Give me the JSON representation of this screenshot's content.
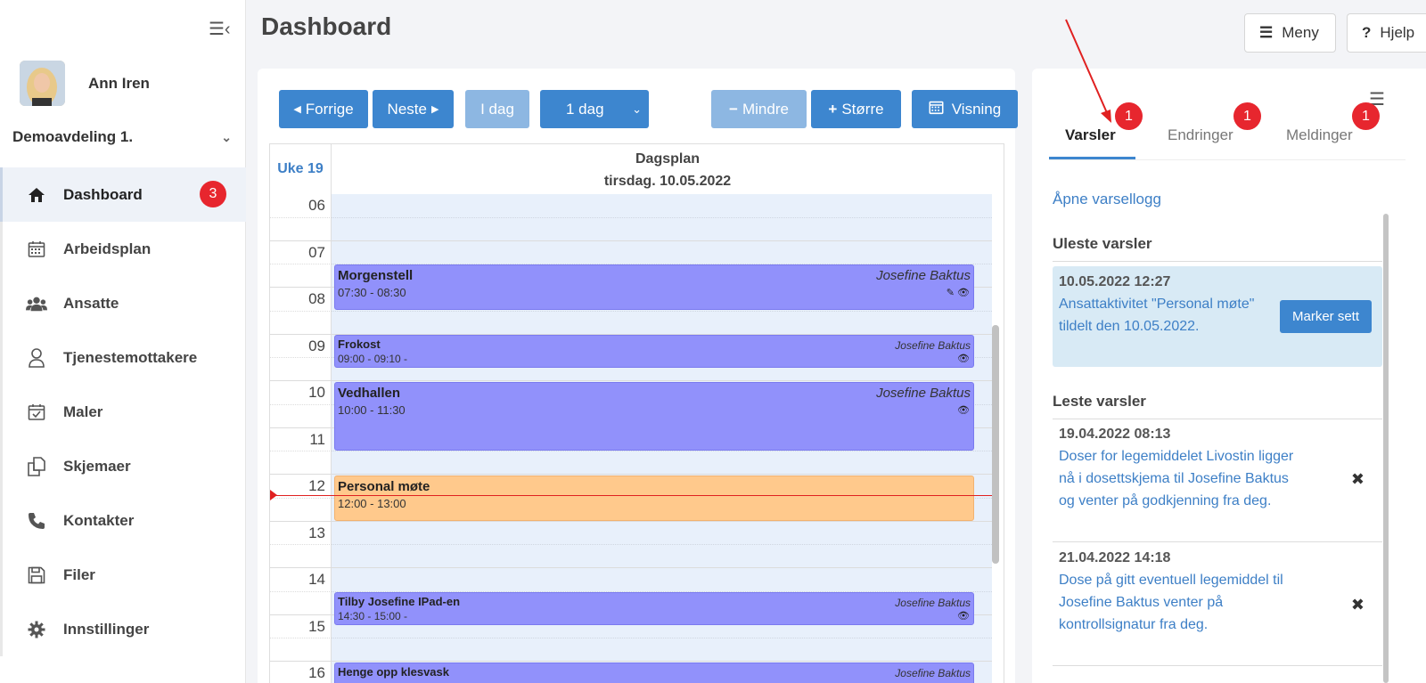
{
  "sidebar": {
    "user_name": "Ann Iren",
    "department": "Demoavdeling 1.",
    "items": [
      {
        "label": "Dashboard",
        "icon": "home-icon",
        "badge": "3"
      },
      {
        "label": "Arbeidsplan",
        "icon": "calendar-icon"
      },
      {
        "label": "Ansatte",
        "icon": "users-icon"
      },
      {
        "label": "Tjenestemottakere",
        "icon": "user-outline-icon"
      },
      {
        "label": "Maler",
        "icon": "calendar-check-icon"
      },
      {
        "label": "Skjemaer",
        "icon": "copy-icon"
      },
      {
        "label": "Kontakter",
        "icon": "phone-icon"
      },
      {
        "label": "Filer",
        "icon": "floppy-icon"
      },
      {
        "label": "Innstillinger",
        "icon": "gear-icon"
      }
    ]
  },
  "header": {
    "title": "Dashboard",
    "menu_label": "Meny",
    "help_label": "Hjelp"
  },
  "toolbar": {
    "prev": "Forrige",
    "next": "Neste",
    "today": "I dag",
    "range": "1 dag",
    "smaller": "Mindre",
    "bigger": "Større",
    "view": "Visning"
  },
  "calendar": {
    "week": "Uke 19",
    "title": "Dagsplan",
    "date": "tirsdag. 10.05.2022",
    "hours": [
      "06",
      "07",
      "08",
      "09",
      "10",
      "11",
      "12",
      "13",
      "14",
      "15",
      "16"
    ],
    "events": [
      {
        "title": "Morgenstell",
        "time": "07:30 - 08:30",
        "person": "Josefine Baktus",
        "icons": "✎ 👁"
      },
      {
        "title": "Frokost",
        "time": "09:00 - 09:10  -",
        "person": "Josefine Baktus",
        "icons": "👁"
      },
      {
        "title": "Vedhallen",
        "time": "10:00 - 11:30",
        "person": "Josefine Baktus",
        "icons": "👁"
      },
      {
        "title": "Personal møte",
        "time": "12:00 - 13:00"
      },
      {
        "title": "Tilby Josefine IPad-en",
        "time": "14:30 - 15:00  -",
        "person": "Josefine Baktus",
        "icons": "👁"
      },
      {
        "title": "Henge opp klesvask",
        "person": "Josefine Baktus"
      }
    ]
  },
  "notifications": {
    "tabs": [
      {
        "label": "Varsler",
        "badge": "1"
      },
      {
        "label": "Endringer",
        "badge": "1"
      },
      {
        "label": "Meldinger",
        "badge": "1"
      }
    ],
    "open_log": "Åpne varsellogg",
    "unread_title": "Uleste varsler",
    "unread": {
      "date": "10.05.2022 12:27",
      "text_line1": "Ansattaktivitet \"Personal møte\"",
      "text_line2": "tildelt den 10.05.2022.",
      "mark_label": "Marker sett"
    },
    "read_title": "Leste varsler",
    "read": [
      {
        "date": "19.04.2022 08:13",
        "lines": [
          "Doser for legemiddelet Livostin ligger",
          "nå i dosettskjema til Josefine Baktus",
          "og venter på godkjenning fra deg."
        ]
      },
      {
        "date": "21.04.2022 14:18",
        "lines": [
          "Dose på gitt eventuell legemiddel til",
          "Josefine Baktus venter på",
          "kontrollsignatur fra deg."
        ]
      }
    ]
  },
  "colors": {
    "primary": "#3d86cf",
    "event_purple": "#9191fb",
    "event_orange": "#ffc98c",
    "badge_red": "#e7262e"
  }
}
